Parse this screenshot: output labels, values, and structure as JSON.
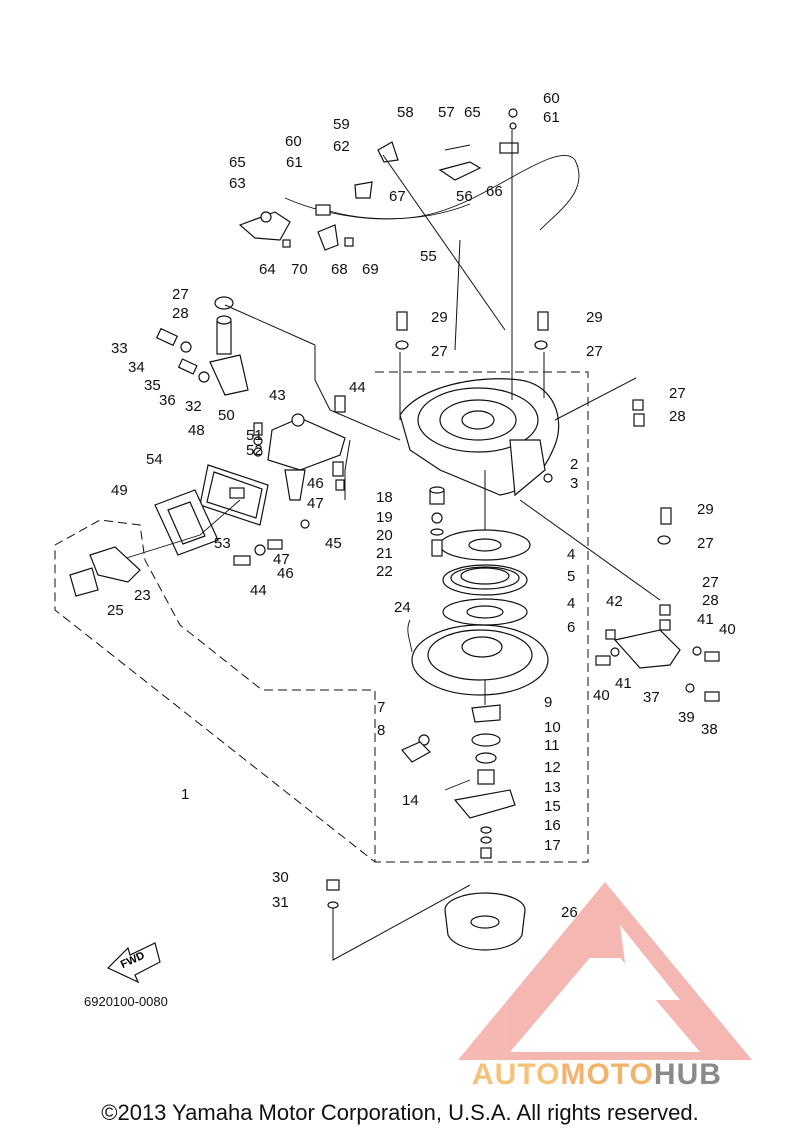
{
  "diagram": {
    "drawing_code": "6920100-0080",
    "fwd_label": "FWD",
    "copyright": "©2013 Yamaha Motor Corporation, U.S.A. All rights reserved.",
    "watermark": {
      "part1": "AUTO",
      "part2": "MOTO",
      "part3": "HUB",
      "colors": [
        "#f6c27a",
        "#f4b36d",
        "#8a8a8a",
        "#ee8a84"
      ]
    },
    "callouts": [
      "60",
      "61",
      "59",
      "58",
      "57",
      "65",
      "62",
      "56",
      "66",
      "65",
      "61",
      "60",
      "63",
      "67",
      "55",
      "64",
      "70",
      "68",
      "69",
      "27",
      "28",
      "29",
      "29",
      "27",
      "27",
      "33",
      "34",
      "35",
      "36",
      "32",
      "44",
      "27",
      "28",
      "50",
      "43",
      "51",
      "48",
      "52",
      "2",
      "3",
      "54",
      "46",
      "47",
      "18",
      "29",
      "49",
      "19",
      "20",
      "27",
      "53",
      "45",
      "21",
      "47",
      "46",
      "22",
      "4",
      "44",
      "5",
      "23",
      "25",
      "27",
      "24",
      "4",
      "28",
      "42",
      "6",
      "41",
      "40",
      "41",
      "40",
      "37",
      "39",
      "38",
      "7",
      "9",
      "10",
      "8",
      "11",
      "12",
      "1",
      "13",
      "14",
      "15",
      "16",
      "17",
      "30",
      "31",
      "26"
    ]
  }
}
